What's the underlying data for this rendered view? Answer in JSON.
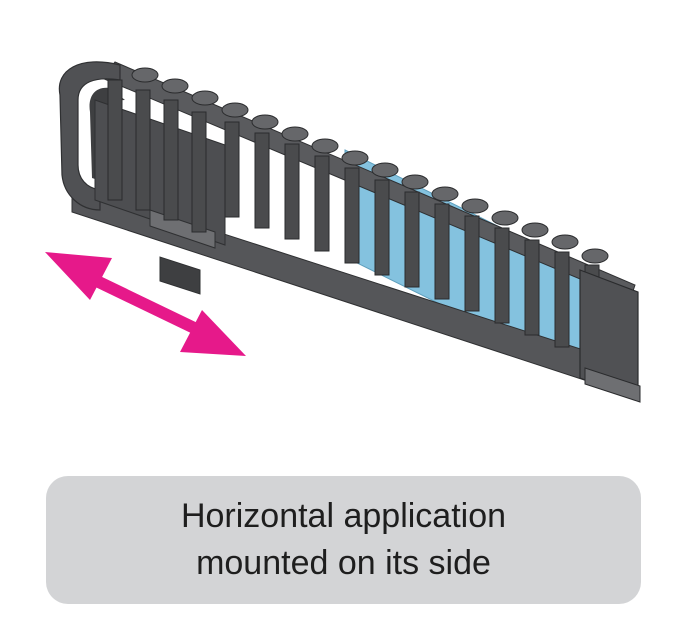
{
  "caption": {
    "line1": "Horizontal application",
    "line2": "mounted on its side"
  },
  "illustration": {
    "subject": "cable-carrier-chain",
    "orientation": "horizontal-on-side",
    "link_count": 17,
    "colors": {
      "chain": "#4a4b4d",
      "chain_light": "#6e6f72",
      "mounting_plate": "#84c2df",
      "motion_arrow": "#e6198a"
    },
    "motion_arrow": "double-headed"
  },
  "colors": {
    "caption_background": "#d3d4d6",
    "caption_text": "#1e1e1e"
  }
}
